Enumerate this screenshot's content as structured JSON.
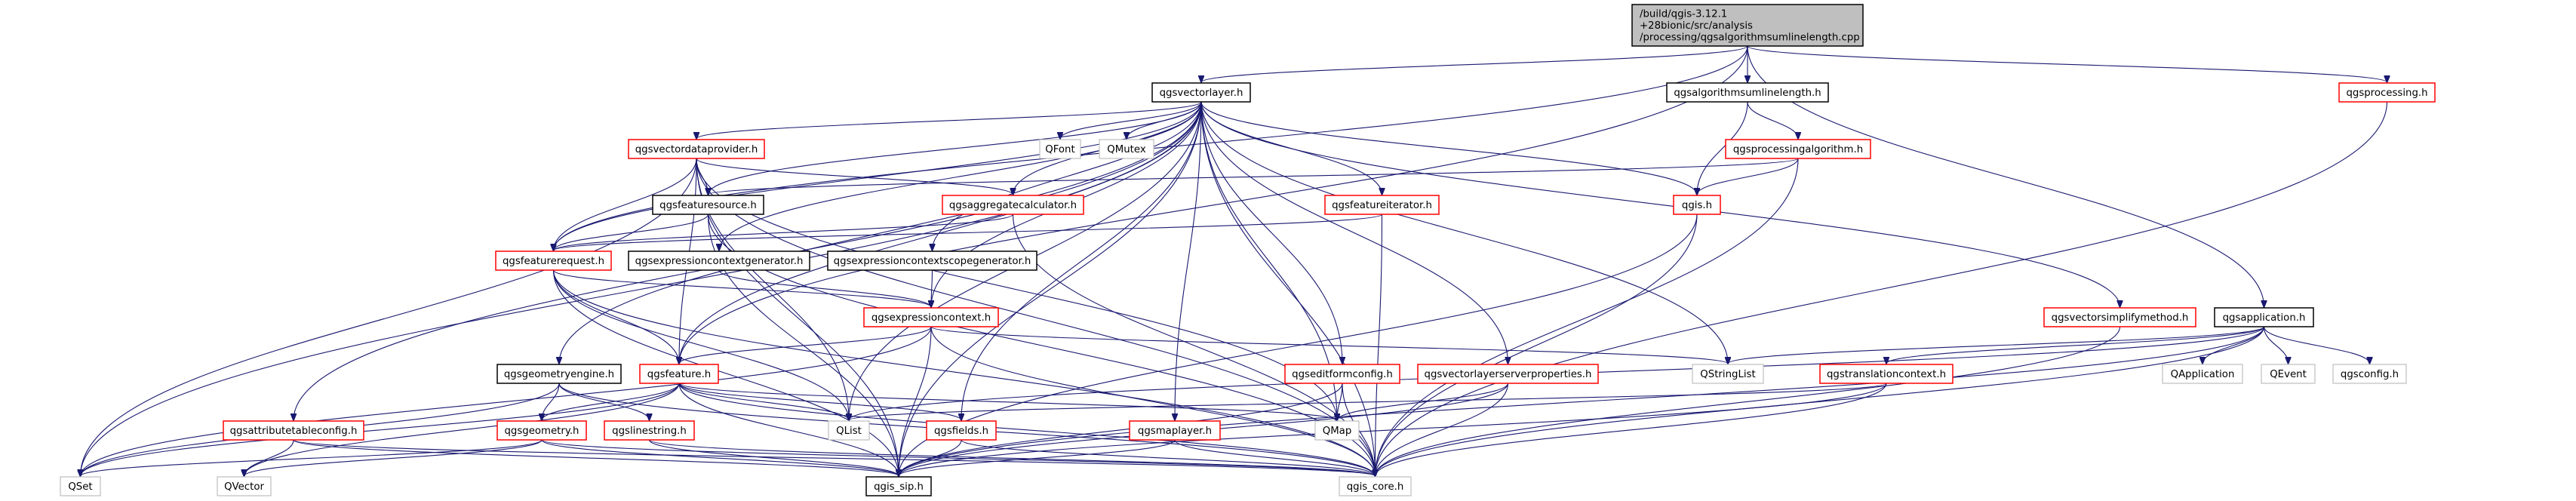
{
  "graph": {
    "title": "Include dependency graph",
    "root": "root",
    "colors": {
      "edge": "#191970",
      "root_fill": "#bfbfbf",
      "root_border": "#000000",
      "documented_border": "#000000",
      "truncated_border": "#ff0000",
      "external_border": "#bfbfbf",
      "node_fill": "#ffffff"
    },
    "nodes": [
      {
        "id": "root",
        "lines": [
          "/build/qgis-3.12.1",
          "+28bionic/src/analysis",
          "/processing/qgsalgorithmsumlinelength.cpp"
        ],
        "kind": "root"
      },
      {
        "id": "qgsvectorlayer",
        "lines": [
          "qgsvectorlayer.h"
        ],
        "kind": "documented"
      },
      {
        "id": "qgsalgorithmsumlinelength",
        "lines": [
          "qgsalgorithmsumlinelength.h"
        ],
        "kind": "documented"
      },
      {
        "id": "qgsprocessing",
        "lines": [
          "qgsprocessing.h"
        ],
        "kind": "truncated"
      },
      {
        "id": "qgsvectordataprovider",
        "lines": [
          "qgsvectordataprovider.h"
        ],
        "kind": "truncated"
      },
      {
        "id": "QFont",
        "lines": [
          "QFont"
        ],
        "kind": "external"
      },
      {
        "id": "QMutex",
        "lines": [
          "QMutex"
        ],
        "kind": "external"
      },
      {
        "id": "qgsprocessingalgorithm",
        "lines": [
          "qgsprocessingalgorithm.h"
        ],
        "kind": "truncated"
      },
      {
        "id": "qgsfeaturesource",
        "lines": [
          "qgsfeaturesource.h"
        ],
        "kind": "documented"
      },
      {
        "id": "qgsaggregatecalculator",
        "lines": [
          "qgsaggregatecalculator.h"
        ],
        "kind": "truncated"
      },
      {
        "id": "qgsfeatureiterator",
        "lines": [
          "qgsfeatureiterator.h"
        ],
        "kind": "truncated"
      },
      {
        "id": "qgis",
        "lines": [
          "qgis.h"
        ],
        "kind": "truncated"
      },
      {
        "id": "qgsfeaturerequest",
        "lines": [
          "qgsfeaturerequest.h"
        ],
        "kind": "truncated"
      },
      {
        "id": "qgsexpressioncontextgenerator",
        "lines": [
          "qgsexpressioncontextgenerator.h"
        ],
        "kind": "documented"
      },
      {
        "id": "qgsexpressioncontextscopegenerator",
        "lines": [
          "qgsexpressioncontextscopegenerator.h"
        ],
        "kind": "documented"
      },
      {
        "id": "qgsexpressioncontext",
        "lines": [
          "qgsexpressioncontext.h"
        ],
        "kind": "truncated"
      },
      {
        "id": "qgsvectorsimplifymethod",
        "lines": [
          "qgsvectorsimplifymethod.h"
        ],
        "kind": "truncated"
      },
      {
        "id": "qgsapplication",
        "lines": [
          "qgsapplication.h"
        ],
        "kind": "documented"
      },
      {
        "id": "qgsgeometryengine",
        "lines": [
          "qgsgeometryengine.h"
        ],
        "kind": "documented"
      },
      {
        "id": "qgsfeature",
        "lines": [
          "qgsfeature.h"
        ],
        "kind": "truncated"
      },
      {
        "id": "qgseditformconfig",
        "lines": [
          "qgseditformconfig.h"
        ],
        "kind": "truncated"
      },
      {
        "id": "qgsvectorlayerserverproperties",
        "lines": [
          "qgsvectorlayerserverproperties.h"
        ],
        "kind": "truncated"
      },
      {
        "id": "QStringList",
        "lines": [
          "QStringList"
        ],
        "kind": "external"
      },
      {
        "id": "qgstranslationcontext",
        "lines": [
          "qgstranslationcontext.h"
        ],
        "kind": "truncated"
      },
      {
        "id": "QApplication",
        "lines": [
          "QApplication"
        ],
        "kind": "external"
      },
      {
        "id": "QEvent",
        "lines": [
          "QEvent"
        ],
        "kind": "external"
      },
      {
        "id": "qgsconfig",
        "lines": [
          "qgsconfig.h"
        ],
        "kind": "external"
      },
      {
        "id": "qgsattributetableconfig",
        "lines": [
          "qgsattributetableconfig.h"
        ],
        "kind": "truncated"
      },
      {
        "id": "qgsgeometry",
        "lines": [
          "qgsgeometry.h"
        ],
        "kind": "truncated"
      },
      {
        "id": "qgslinestring",
        "lines": [
          "qgslinestring.h"
        ],
        "kind": "truncated"
      },
      {
        "id": "QList",
        "lines": [
          "QList"
        ],
        "kind": "external"
      },
      {
        "id": "qgsfields",
        "lines": [
          "qgsfields.h"
        ],
        "kind": "truncated"
      },
      {
        "id": "qgsmaplayer",
        "lines": [
          "qgsmaplayer.h"
        ],
        "kind": "truncated"
      },
      {
        "id": "QMap",
        "lines": [
          "QMap"
        ],
        "kind": "external"
      },
      {
        "id": "QSet",
        "lines": [
          "QSet"
        ],
        "kind": "external"
      },
      {
        "id": "QVector",
        "lines": [
          "QVector"
        ],
        "kind": "external"
      },
      {
        "id": "qgis_sip",
        "lines": [
          "qgis_sip.h"
        ],
        "kind": "documented"
      },
      {
        "id": "qgis_core",
        "lines": [
          "qgis_core.h"
        ],
        "kind": "external"
      }
    ],
    "edges": [
      [
        "root",
        "qgsvectorlayer"
      ],
      [
        "root",
        "qgsalgorithmsumlinelength"
      ],
      [
        "root",
        "qgsprocessing"
      ],
      [
        "root",
        "qgsapplication"
      ],
      [
        "root",
        "qgsfeaturerequest"
      ],
      [
        "root",
        "qgsfeature"
      ],
      [
        "qgsalgorithmsumlinelength",
        "qgsprocessingalgorithm"
      ],
      [
        "qgsalgorithmsumlinelength",
        "qgis"
      ],
      [
        "qgsprocessing",
        "qgis_core"
      ],
      [
        "qgsprocessingalgorithm",
        "qgis"
      ],
      [
        "qgsprocessingalgorithm",
        "qgsfeaturesource"
      ],
      [
        "qgsprocessingalgorithm",
        "qgis_core"
      ],
      [
        "qgsvectorlayer",
        "qgsvectordataprovider"
      ],
      [
        "qgsvectorlayer",
        "QFont"
      ],
      [
        "qgsvectorlayer",
        "QMutex"
      ],
      [
        "qgsvectorlayer",
        "qgsfeaturesource"
      ],
      [
        "qgsvectorlayer",
        "qgsaggregatecalculator"
      ],
      [
        "qgsvectorlayer",
        "qgsfeatureiterator"
      ],
      [
        "qgsvectorlayer",
        "qgis"
      ],
      [
        "qgsvectorlayer",
        "qgsexpressioncontextgenerator"
      ],
      [
        "qgsvectorlayer",
        "qgsexpressioncontextscopegenerator"
      ],
      [
        "qgsvectorlayer",
        "qgsexpressioncontext"
      ],
      [
        "qgsvectorlayer",
        "qgsvectorsimplifymethod"
      ],
      [
        "qgsvectorlayer",
        "qgsgeometryengine"
      ],
      [
        "qgsvectorlayer",
        "qgsfeature"
      ],
      [
        "qgsvectorlayer",
        "qgseditformconfig"
      ],
      [
        "qgsvectorlayer",
        "qgsvectorlayerserverproperties"
      ],
      [
        "qgsvectorlayer",
        "QStringList"
      ],
      [
        "qgsvectorlayer",
        "qgsattributetableconfig"
      ],
      [
        "qgsvectorlayer",
        "QList"
      ],
      [
        "qgsvectorlayer",
        "qgsfields"
      ],
      [
        "qgsvectorlayer",
        "qgsmaplayer"
      ],
      [
        "qgsvectorlayer",
        "QMap"
      ],
      [
        "qgsvectorlayer",
        "QSet"
      ],
      [
        "qgsvectorlayer",
        "qgis_sip"
      ],
      [
        "qgsvectorlayer",
        "qgis_core"
      ],
      [
        "qgsvectorlayer",
        "qgsfeaturerequest"
      ],
      [
        "qgsvectordataprovider",
        "qgsfeaturesource"
      ],
      [
        "qgsvectordataprovider",
        "qgsaggregatecalculator"
      ],
      [
        "qgsvectordataprovider",
        "qgsfeaturerequest"
      ],
      [
        "qgsvectordataprovider",
        "qgsfeature"
      ],
      [
        "qgsvectordataprovider",
        "QSet"
      ],
      [
        "qgsvectordataprovider",
        "QMap"
      ],
      [
        "qgsvectordataprovider",
        "QList"
      ],
      [
        "qgsvectordataprovider",
        "qgis_sip"
      ],
      [
        "qgsvectordataprovider",
        "qgis_core"
      ],
      [
        "qgsfeaturesource",
        "qgsfeaturerequest"
      ],
      [
        "qgsfeaturesource",
        "qgis_sip"
      ],
      [
        "qgsfeaturesource",
        "qgis_core"
      ],
      [
        "qgsaggregatecalculator",
        "qgsfeaturerequest"
      ],
      [
        "qgsaggregatecalculator",
        "qgis_core"
      ],
      [
        "qgsfeatureiterator",
        "qgsfeaturerequest"
      ],
      [
        "qgsfeatureiterator",
        "qgis_core"
      ],
      [
        "qgis",
        "qgis_sip"
      ],
      [
        "qgis",
        "qgis_core"
      ],
      [
        "qgsfeaturerequest",
        "qgsexpressioncontext"
      ],
      [
        "qgsfeaturerequest",
        "qgsfeature"
      ],
      [
        "qgsfeaturerequest",
        "QList"
      ],
      [
        "qgsfeaturerequest",
        "qgis_sip"
      ],
      [
        "qgsfeaturerequest",
        "qgis_core"
      ],
      [
        "qgsexpressioncontextgenerator",
        "qgsexpressioncontext"
      ],
      [
        "qgsexpressioncontextscopegenerator",
        "qgsexpressioncontext"
      ],
      [
        "qgsexpressioncontext",
        "qgsfeature"
      ],
      [
        "qgsexpressioncontext",
        "QStringList"
      ],
      [
        "qgsexpressioncontext",
        "QSet"
      ],
      [
        "qgsexpressioncontext",
        "qgis_sip"
      ],
      [
        "qgsexpressioncontext",
        "qgis_core"
      ],
      [
        "qgsvectorsimplifymethod",
        "qgis_core"
      ],
      [
        "qgsapplication",
        "QApplication"
      ],
      [
        "qgsapplication",
        "QEvent"
      ],
      [
        "qgsapplication",
        "qgsconfig"
      ],
      [
        "qgsapplication",
        "qgstranslationcontext"
      ],
      [
        "qgsapplication",
        "QStringList"
      ],
      [
        "qgsapplication",
        "qgis_sip"
      ],
      [
        "qgsapplication",
        "qgis_core"
      ],
      [
        "qgsapplication",
        "QList"
      ],
      [
        "qgsgeometryengine",
        "qgsgeometry"
      ],
      [
        "qgsgeometryengine",
        "qgslinestring"
      ],
      [
        "qgsgeometryengine",
        "QSet"
      ],
      [
        "qgsgeometryengine",
        "qgis_core"
      ],
      [
        "qgsfeature",
        "qgsgeometry"
      ],
      [
        "qgsfeature",
        "qgsfields"
      ],
      [
        "qgsfeature",
        "QList"
      ],
      [
        "qgsfeature",
        "QMap"
      ],
      [
        "qgsfeature",
        "QSet"
      ],
      [
        "qgsfeature",
        "QVector"
      ],
      [
        "qgsfeature",
        "qgis_sip"
      ],
      [
        "qgsfeature",
        "qgis_core"
      ],
      [
        "qgseditformconfig",
        "QMap"
      ],
      [
        "qgseditformconfig",
        "qgis_sip"
      ],
      [
        "qgseditformconfig",
        "qgis_core"
      ],
      [
        "qgsvectorlayerserverproperties",
        "QMap"
      ],
      [
        "qgsvectorlayerserverproperties",
        "qgis_sip"
      ],
      [
        "qgsvectorlayerserverproperties",
        "qgis_core"
      ],
      [
        "qgstranslationcontext",
        "QList"
      ],
      [
        "qgstranslationcontext",
        "qgis_sip"
      ],
      [
        "qgstranslationcontext",
        "qgis_core"
      ],
      [
        "qgsattributetableconfig",
        "QVector"
      ],
      [
        "qgsattributetableconfig",
        "qgis_sip"
      ],
      [
        "qgsattributetableconfig",
        "qgis_core"
      ],
      [
        "qgsgeometry",
        "QSet"
      ],
      [
        "qgsgeometry",
        "QVector"
      ],
      [
        "qgsgeometry",
        "qgis_sip"
      ],
      [
        "qgsgeometry",
        "qgis_core"
      ],
      [
        "qgslinestring",
        "qgis_sip"
      ],
      [
        "qgslinestring",
        "qgis_core"
      ],
      [
        "qgsfields",
        "qgis_sip"
      ],
      [
        "qgsfields",
        "qgis_core"
      ],
      [
        "qgsmaplayer",
        "qgis_sip"
      ],
      [
        "qgsmaplayer",
        "qgis_core"
      ]
    ]
  }
}
